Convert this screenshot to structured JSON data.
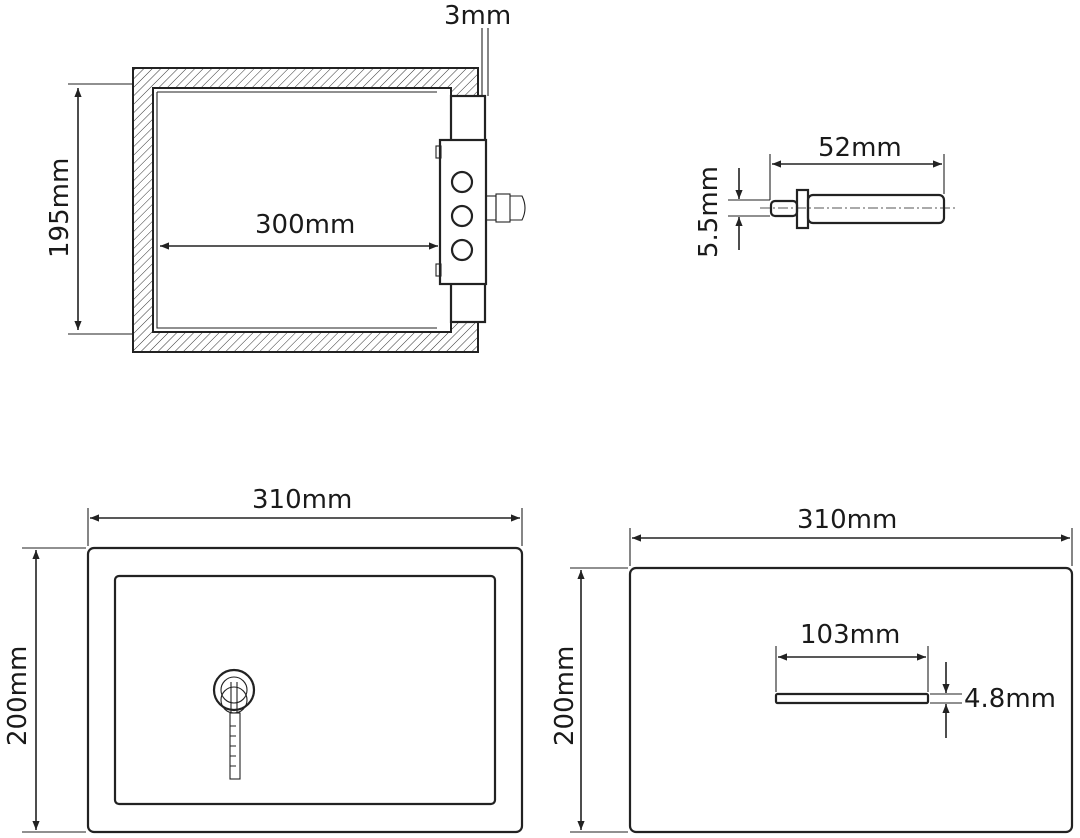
{
  "diagram": {
    "top_view": {
      "wall_thickness": "3mm",
      "depth": "195mm",
      "inner_width": "300mm"
    },
    "bolt": {
      "length": "52mm",
      "diameter": "5.5mm"
    },
    "front_view": {
      "width": "310mm",
      "height": "200mm"
    },
    "back_view": {
      "width": "310mm",
      "height": "200mm",
      "slot_width": "103mm",
      "slot_height": "4.8mm"
    }
  }
}
